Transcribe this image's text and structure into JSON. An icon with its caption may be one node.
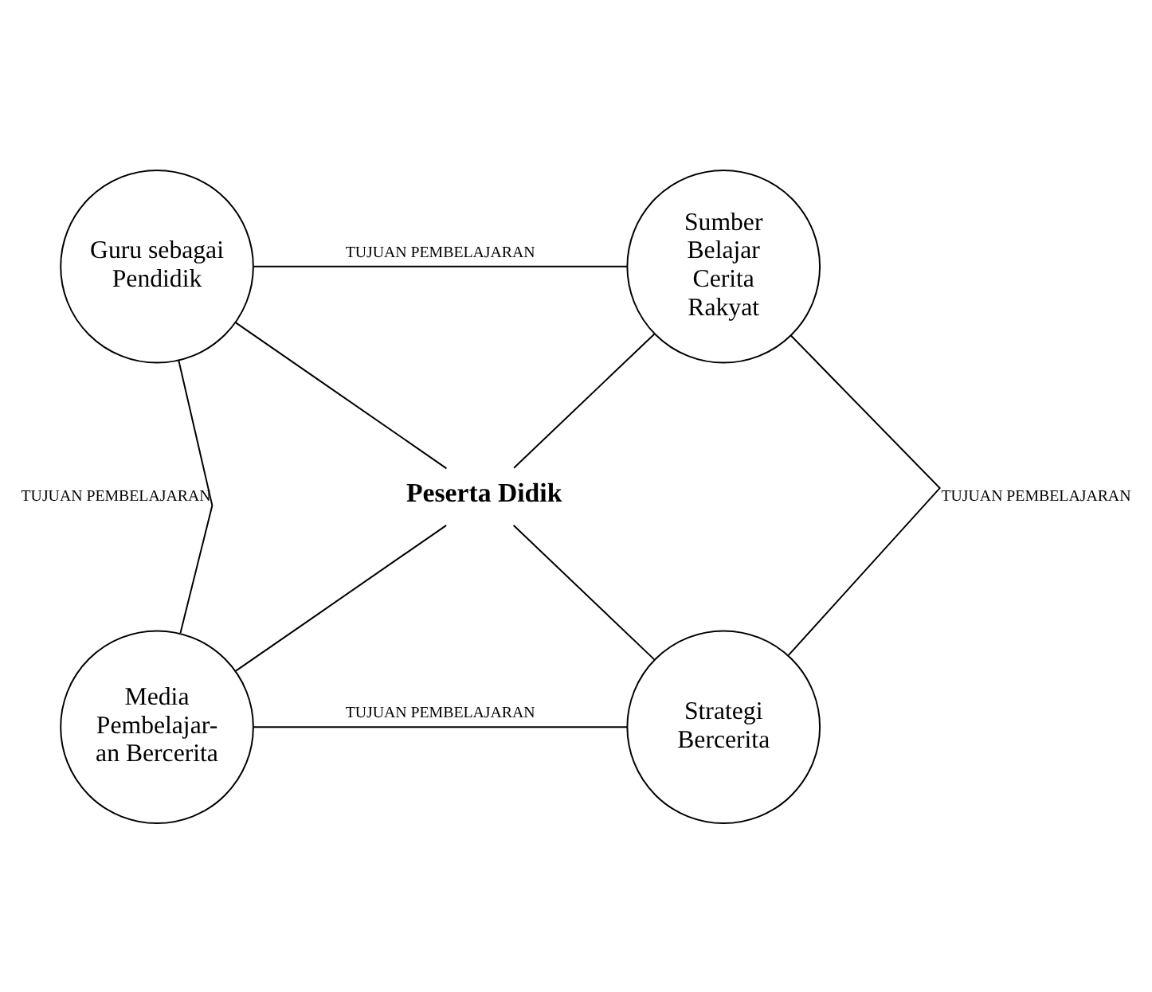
{
  "diagram": {
    "nodes": [
      {
        "text": [
          "Guru sebagai Pendidik"
        ]
      },
      {
        "text": [
          "Sumber Belajar Cerita Rakyat"
        ]
      },
      {
        "text": [
          "Peserta Didik"
        ]
      },
      {
        "text": [
          "Media Pembelajar-an Bercerita"
        ]
      },
      {
        "text": [
          "Strategi Bercerita"
        ]
      }
    ],
    "edges": [
      {
        "from": 0,
        "to": 1,
        "arrow": "none",
        "label": "TUJUAN PEMBELAJARAN"
      },
      {
        "from": 0,
        "to": 3,
        "arrow": "none",
        "label": "TUJUAN PEMBELAJARAN"
      },
      {
        "from": 1,
        "to": 4,
        "arrow": "none",
        "label": "TUJUAN PEMBELAJARAN"
      },
      {
        "from": 3,
        "to": 4,
        "arrow": "none",
        "label": "TUJUAN PEMBELAJARAN"
      },
      {
        "from": 0,
        "to": 2,
        "arrow": "none"
      },
      {
        "from": 1,
        "to": 2,
        "arrow": "none"
      },
      {
        "from": 2,
        "to": 3,
        "arrow": "none"
      },
      {
        "from": 2,
        "to": 4,
        "arrow": "none"
      }
    ]
  }
}
